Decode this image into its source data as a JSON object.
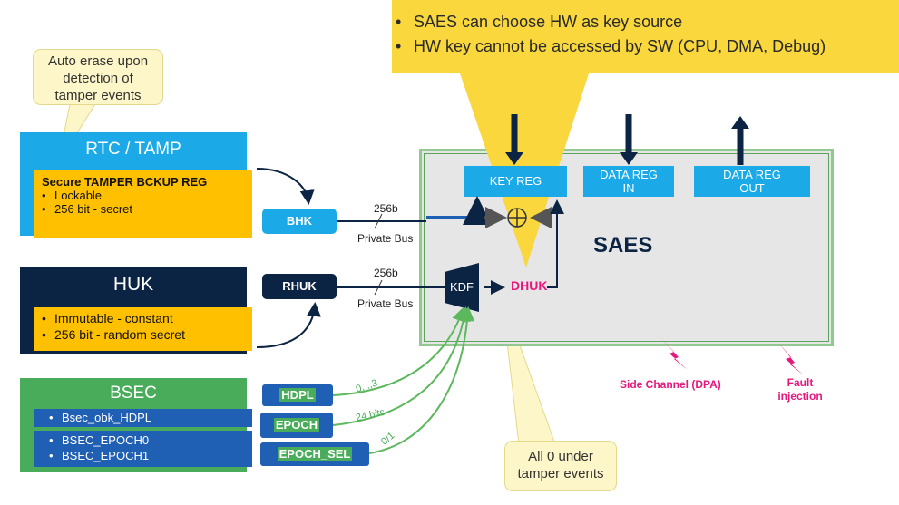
{
  "top_callout": {
    "bullets": [
      "SAES can choose HW as key source",
      "HW key cannot be accessed by SW (CPU, DMA, Debug)"
    ]
  },
  "auto_erase_callout": [
    "Auto erase upon",
    "detection of",
    "tamper events"
  ],
  "tamper_callout": [
    "All 0 under",
    "tamper events"
  ],
  "rtc": {
    "title": "RTC / TAMP",
    "reg_title": "Secure TAMPER BCKUP REG",
    "items": [
      "Lockable",
      "256 bit - secret"
    ]
  },
  "huk": {
    "title": "HUK",
    "items": [
      "Immutable  - constant",
      "256 bit - random secret"
    ]
  },
  "bsec": {
    "title": "BSEC",
    "items": [
      "Bsec_obk_HDPL",
      "BSEC_EPOCH0",
      "BSEC_EPOCH1"
    ]
  },
  "keys": {
    "bhk": "BHK",
    "rhuk": "RHUK",
    "hdpl": "HDPL",
    "epoch": "EPOCH",
    "epoch_sel": "EPOCH_SEL"
  },
  "bus": {
    "width": "256b",
    "label": "Private Bus"
  },
  "line_labels": {
    "hdpl": "0,..,3",
    "epoch": "24 bits",
    "epoch_sel": "0/1"
  },
  "saes": {
    "title": "SAES",
    "key_reg": "KEY REG",
    "data_in": [
      "DATA REG",
      "IN"
    ],
    "data_out": [
      "DATA REG",
      "OUT"
    ],
    "kdf": "KDF",
    "dhuk": "DHUK",
    "xor_symbol": "⊕"
  },
  "threats": {
    "side_channel": "Side Channel (DPA)",
    "fault": [
      "Fault",
      "injection"
    ]
  },
  "colors": {
    "yellow": "#f9d73d",
    "rtc_blue": "#1ba9e8",
    "navy": "#0c2444",
    "green": "#49ac5b",
    "royal_blue": "#1f5fb4",
    "magenta": "#e6187e",
    "line_green": "#5cb85c"
  }
}
